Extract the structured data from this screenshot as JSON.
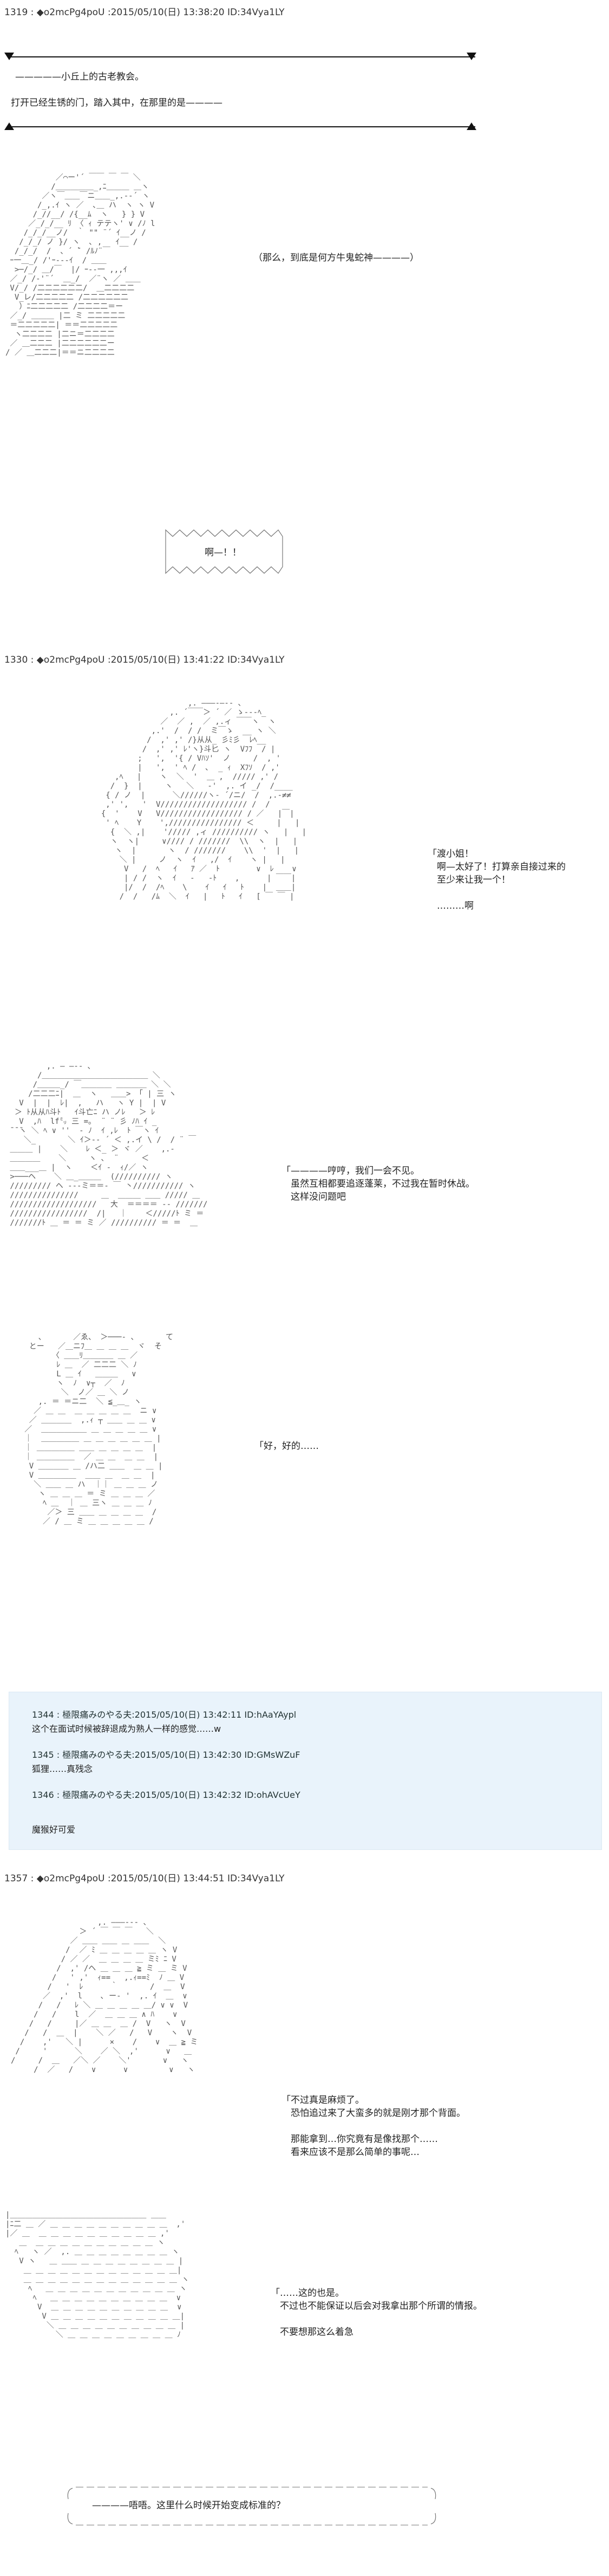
{
  "posts": [
    {
      "header": "1319 : ◆o2mcPg4poU :2015/05/10(日) 13:38:20 ID:34Vya1LY",
      "narration": [
        "—————小丘上的古老教会。",
        "打开已经生锈的门，踏入其中，在那里的是————"
      ],
      "dialogue_1": "（那么，到底是何方牛鬼蛇神————）",
      "dialogue_2": "啊—！！"
    },
    {
      "header": "1330 : ◆o2mcPg4poU :2015/05/10(日) 13:41:22 ID:34Vya1LY",
      "dialogue_1": [
        "「渡小姐！",
        "　啊—太好了！打算亲自接过来的",
        "　至少来让我一个！",
        "",
        "　………啊"
      ],
      "dialogue_2": [
        "「————哼哼，我们一会不见。",
        "　虽然互相都要追逐蓬莱，不过我在暂时休战。",
        "　这样没问题吧"
      ],
      "dialogue_3": "「好，好的……"
    }
  ],
  "replies": {
    "lines": [
      "1344 : 極限痛みのやる夫:2015/05/10(日) 13:42:11 ID:hAaYAypl",
      "这个在面试时候被辞退成为熟人一样的感觉……w",
      "1345 : 極限痛みのやる夫:2015/05/10(日) 13:42:30 ID:GMsWZuF",
      "狐狸……真残念",
      "1346 : 極限痛みのやる夫:2015/05/10(日) 13:42:32 ID:ohAVcUeY",
      "",
      "魔猴好可爱"
    ]
  },
  "post3": {
    "header": "1357 : ◆o2mcPg4poU :2015/05/10(日) 13:44:51 ID:34Vya1LY",
    "dialogue_1": [
      "「不过真是麻烦了。",
      "　恐怕追过来了大蛮多的就是刚才那个背面。",
      "",
      "　那能拿到…你究竟有是像找那个……",
      "　看来应该不是那么简单的事呢…"
    ],
    "dialogue_2": [
      "「……这的也是。",
      "　不过也不能保证以后会对我拿出那个所谓的情报。",
      "",
      "　不要想那这么着急"
    ],
    "dialogue_3": "————唔唔。这里什么时候开始变成标准的？"
  },
  "colors": {
    "reply_bg": "#e9f3fb",
    "rule": "#111111"
  }
}
